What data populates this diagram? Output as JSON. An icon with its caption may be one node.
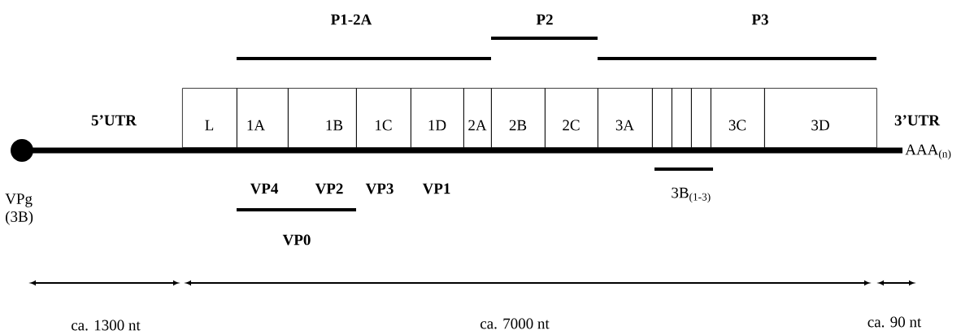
{
  "diagram": {
    "nodes": [
      {
        "text": [
          "L"
        ]
      },
      {
        "text": [
          "1A"
        ]
      },
      {
        "text": [
          "1B"
        ]
      },
      {
        "text": [
          "1C"
        ]
      },
      {
        "text": [
          "1D"
        ]
      },
      {
        "text": [
          "2A"
        ]
      },
      {
        "text": [
          "2B"
        ]
      },
      {
        "text": [
          "2C"
        ]
      },
      {
        "text": [
          "3A"
        ]
      },
      {
        "text": [],
        "shape": "box"
      },
      {
        "text": [],
        "shape": "box"
      },
      {
        "text": [],
        "shape": "box"
      },
      {
        "text": [
          "3C"
        ]
      },
      {
        "text": [
          "3D"
        ]
      }
    ],
    "labels": [
      "P1-2A",
      "P2",
      "P3",
      "5’UTR",
      "3’UTR",
      "AAA$_{(n)}$",
      "VPg (3B)",
      "VP4",
      "VP2",
      "VP3",
      "VP1",
      "3B$_{(1-3)}$",
      "VP0",
      "ca. 1300 nt",
      "ca. 7000 nt",
      "ca. 90 nt"
    ]
  }
}
